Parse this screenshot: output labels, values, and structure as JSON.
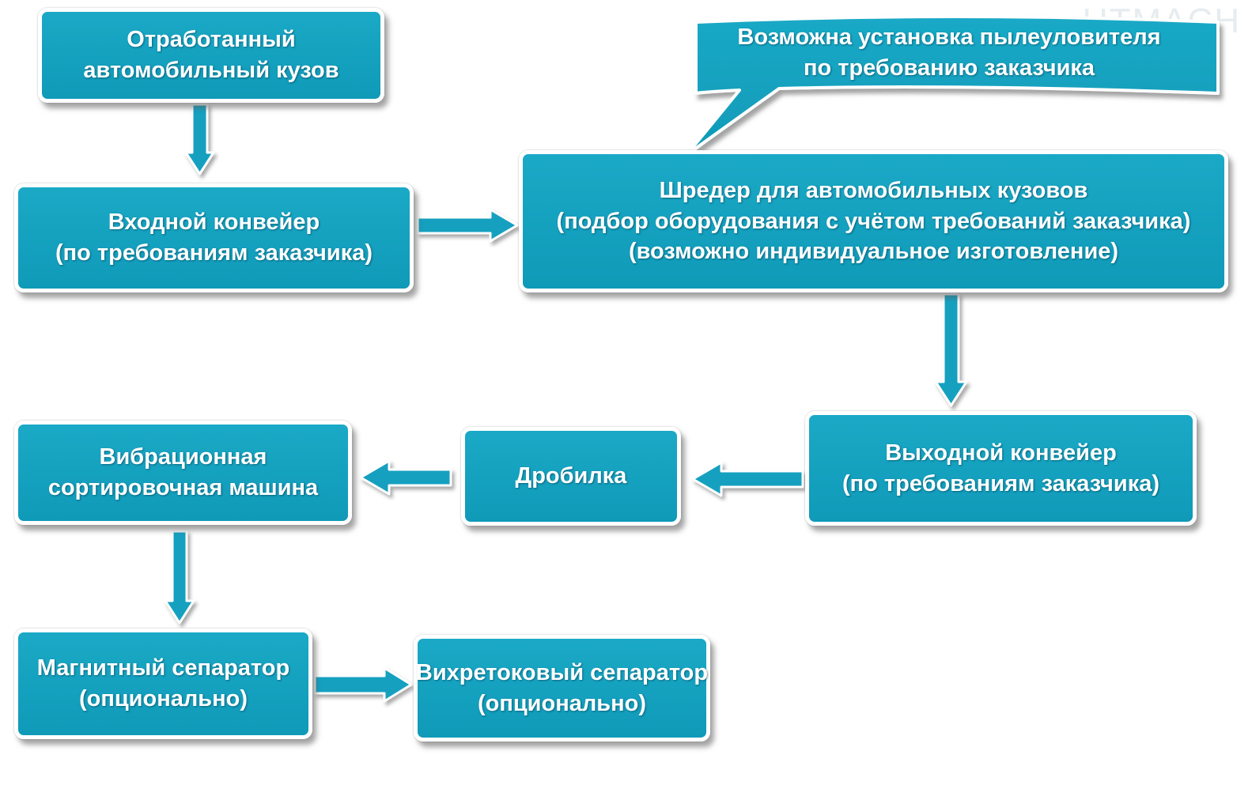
{
  "watermark": "UTMACH",
  "colors": {
    "box_fill": "#1aa9c6",
    "arrow_fill": "#16a0c0",
    "border": "#ffffff"
  },
  "callout": {
    "lines": [
      "Возможна установка пылеуловителя",
      "по требованию заказчика"
    ]
  },
  "nodes": {
    "used_body": {
      "lines": [
        "Отработанный",
        "автомобильный кузов"
      ]
    },
    "input_conveyor": {
      "lines": [
        "Входной конвейер",
        "(по требованиям заказчика)"
      ]
    },
    "shredder": {
      "lines": [
        "Шредер для автомобильных кузовов",
        "(подбор оборудования с учётом требований заказчика)",
        "(возможно индивидуальное изготовление)"
      ]
    },
    "output_conveyor": {
      "lines": [
        "Выходной конвейер",
        "(по требованиям заказчика)"
      ]
    },
    "crusher": {
      "lines": [
        "Дробилка"
      ]
    },
    "vibration_sorter": {
      "lines": [
        "Вибрационная",
        "сортировочная машина"
      ]
    },
    "magnetic_separator": {
      "lines": [
        "Магнитный сепаратор",
        "(опционально)"
      ]
    },
    "eddy_current_separator": {
      "lines": [
        "Вихретоковый сепаратор",
        "(опционально)"
      ]
    }
  },
  "edges": [
    {
      "from": "used_body",
      "to": "input_conveyor"
    },
    {
      "from": "input_conveyor",
      "to": "shredder"
    },
    {
      "from": "shredder",
      "to": "output_conveyor"
    },
    {
      "from": "output_conveyor",
      "to": "crusher"
    },
    {
      "from": "crusher",
      "to": "vibration_sorter"
    },
    {
      "from": "vibration_sorter",
      "to": "magnetic_separator"
    },
    {
      "from": "magnetic_separator",
      "to": "eddy_current_separator"
    }
  ]
}
